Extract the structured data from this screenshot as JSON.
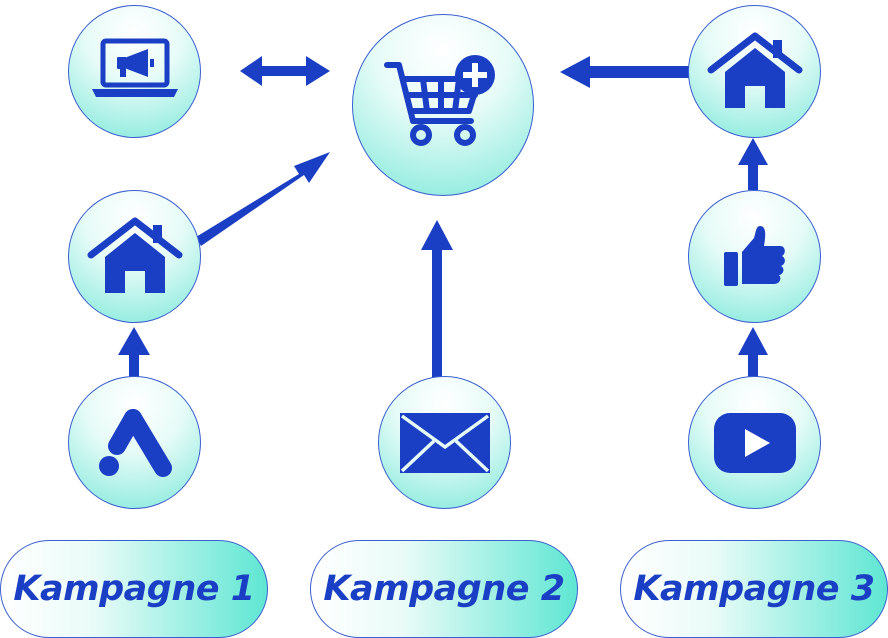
{
  "colors": {
    "primary": "#1b3fc4",
    "node_fill_start": "#ffffff",
    "node_fill_end": "#7ee8da",
    "outline": "#3a5fcf"
  },
  "nodes": [
    {
      "id": "laptop-ad",
      "icon": "laptop-megaphone-icon"
    },
    {
      "id": "cart",
      "icon": "shopping-cart-plus-icon"
    },
    {
      "id": "home-right",
      "icon": "home-icon"
    },
    {
      "id": "home-left",
      "icon": "home-icon"
    },
    {
      "id": "like",
      "icon": "thumbs-up-icon"
    },
    {
      "id": "google-ads",
      "icon": "google-ads-icon"
    },
    {
      "id": "email",
      "icon": "envelope-icon"
    },
    {
      "id": "youtube",
      "icon": "youtube-icon"
    }
  ],
  "campaigns": [
    {
      "label": "Kampagne 1"
    },
    {
      "label": "Kampagne 2"
    },
    {
      "label": "Kampagne 3"
    }
  ],
  "edges": [
    {
      "from": "laptop-ad",
      "to": "cart",
      "direction": "both"
    },
    {
      "from": "home-left",
      "to": "cart"
    },
    {
      "from": "google-ads",
      "to": "home-left"
    },
    {
      "from": "email",
      "to": "cart"
    },
    {
      "from": "home-right",
      "to": "cart"
    },
    {
      "from": "like",
      "to": "home-right"
    },
    {
      "from": "youtube",
      "to": "like"
    }
  ]
}
